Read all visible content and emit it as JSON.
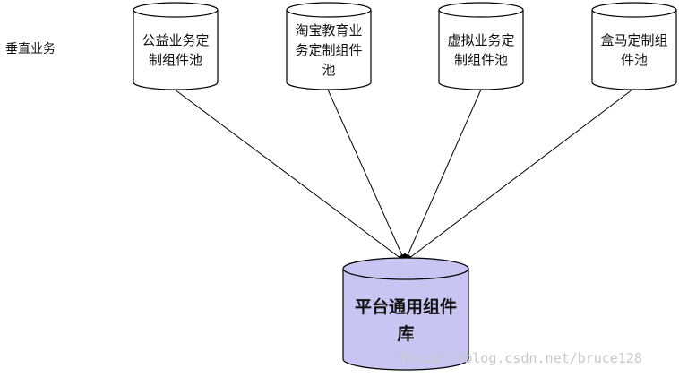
{
  "side_label": "垂直业务",
  "pools": [
    {
      "id": "pool-gongyi",
      "lines": [
        "公益业务定",
        "制组件池"
      ]
    },
    {
      "id": "pool-taobao-edu",
      "lines": [
        "淘宝教育业",
        "务定制组件",
        "池"
      ]
    },
    {
      "id": "pool-virtual",
      "lines": [
        "虚拟业务定",
        "制组件池"
      ]
    },
    {
      "id": "pool-hema",
      "lines": [
        "盒马定制组",
        "件池"
      ]
    }
  ],
  "platform": {
    "lines": [
      "平台通用组件",
      "库"
    ]
  },
  "colors": {
    "stroke": "#000000",
    "pool_fill": "#ffffff",
    "platform_fill": "#c8c5f2"
  },
  "watermark": "https://blog.csdn.net/bruce128"
}
